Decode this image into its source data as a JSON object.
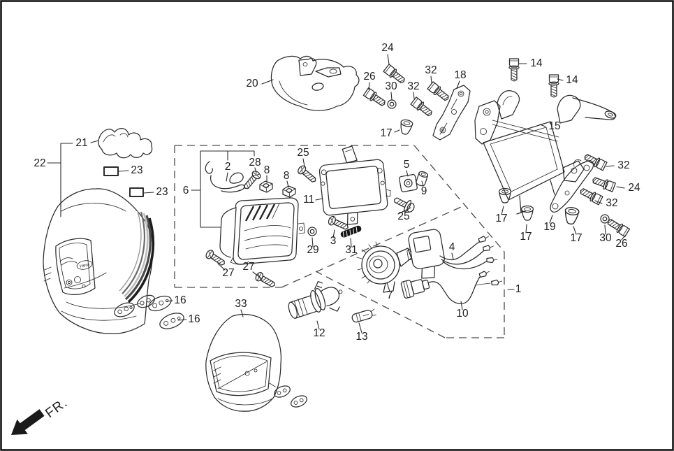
{
  "diagram": {
    "fr_label": "FR.",
    "cowl_logo": "Hero",
    "part_labels": [
      "20",
      "24",
      "26",
      "30",
      "32",
      "32",
      "18",
      "14",
      "14",
      "15",
      "17",
      "21",
      "22",
      "23",
      "23",
      "6",
      "2",
      "28",
      "8",
      "8",
      "25",
      "11",
      "5",
      "9",
      "25",
      "29",
      "3",
      "31",
      "27",
      "27",
      "7",
      "12",
      "13",
      "4",
      "10",
      "1",
      "32",
      "24",
      "32",
      "19",
      "17",
      "17",
      "17",
      "30",
      "26",
      "16",
      "16",
      "33"
    ]
  }
}
